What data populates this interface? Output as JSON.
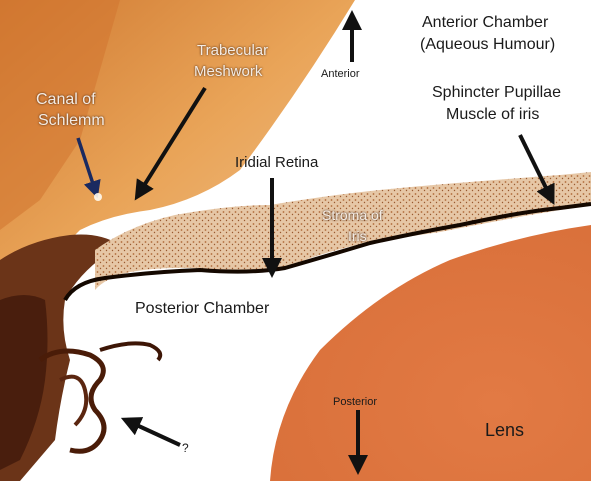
{
  "labels": {
    "anterior_chamber": "Anterior Chamber",
    "aqueous_humour": "(Aqueous Humour)",
    "trabecular": "Trabecular",
    "meshwork": "Meshwork",
    "anterior": "Anterior",
    "canal_of": "Canal of",
    "schlemm": "Schlemm",
    "sphincter_pupillae": "Sphincter Pupillae",
    "muscle_of_iris": "Muscle of iris",
    "iridial_retina": "Iridial Retina",
    "stroma_of": "Stroma of",
    "iris": "Iris",
    "posterior_chamber": "Posterior Chamber",
    "posterior": "Posterior",
    "lens": "Lens",
    "question_mark": "?"
  },
  "colors": {
    "cornea_orange": "#e89a4a",
    "lens_orange": "#e0824a",
    "iris_stroma": "#e2c2a0",
    "pigment_line": "#140800",
    "ciliary_brown": "#5a2a10"
  }
}
